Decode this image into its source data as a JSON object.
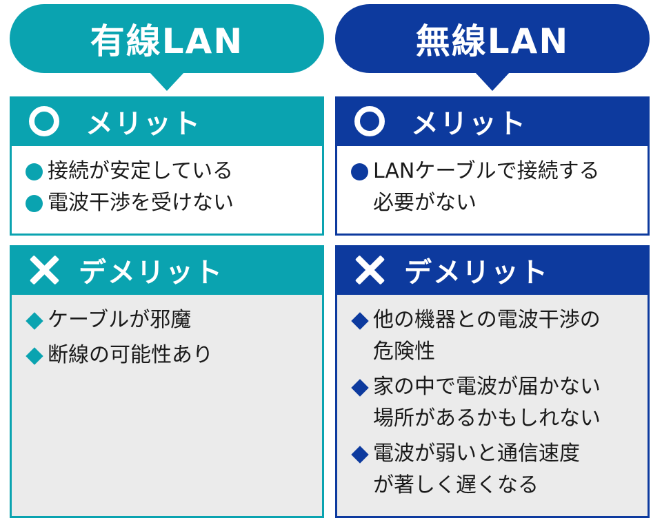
{
  "wired": {
    "title": "有線LAN",
    "merit_label": "メリット",
    "demerit_label": "デメリット",
    "merits": [
      "接続が安定している",
      "電波干渉を受けない"
    ],
    "demerits": [
      "ケーブルが邪魔",
      "断線の可能性あり"
    ]
  },
  "wireless": {
    "title": "無線LAN",
    "merit_label": "メリット",
    "demerit_label": "デメリット",
    "merits": [
      "LANケーブルで接続する\n必要がない"
    ],
    "demerits": [
      "他の機器との電波干渉の\n危険性",
      "家の中で電波が届かない\n場所があるかもしれない",
      "電波が弱いと通信速度\nが著しく遅くなる"
    ]
  },
  "colors": {
    "wired": "#0aa3b0",
    "wireless": "#0d3a9e",
    "demerit_panel": "#ebebeb"
  },
  "icons": {
    "merit": "circle-icon",
    "demerit": "cross-icon",
    "merit_bullet": "dot-bullet-icon",
    "demerit_bullet": "diamond-bullet-icon"
  }
}
